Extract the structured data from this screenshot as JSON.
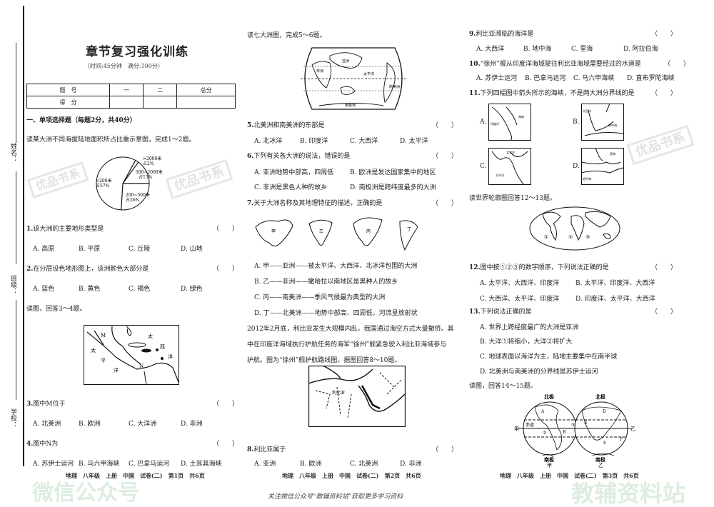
{
  "margin": {
    "name_label": "姓名：",
    "class_label": "班级：",
    "school_label": "学校："
  },
  "header": {
    "title": "章节复习强化训练",
    "subtitle": "（时间:45分钟　满分:100分）"
  },
  "score_table": {
    "headers": [
      "题　号",
      "一",
      "二",
      "总分"
    ],
    "row_label": "得　分"
  },
  "section1": "一、单项选择题（每题2分，共40分）",
  "paren": "（　　）",
  "intro_1_2": "读某大洲不同海拔陆地面积所占比重示意图，完成1～2题。",
  "pie": {
    "slices": [
      {
        "label": "200~500米",
        "pct_label": "占26%",
        "value": 26
      },
      {
        "label": "<200米",
        "pct_label": "占57%",
        "value": 57
      },
      {
        "label": ">2000米",
        "pct_label": "占2%",
        "value": 2
      },
      {
        "label": "500~2000米",
        "pct_label": "占15%",
        "value": 15
      }
    ]
  },
  "q1": {
    "num": "1.",
    "stem": "该大洲的主要地形类型是",
    "options": [
      "A. 高原",
      "B. 平原",
      "C. 丘陵",
      "D. 山地"
    ]
  },
  "q2": {
    "num": "2.",
    "stem": "在分层设色地形图上，该洲颜色大部分是",
    "options": [
      "A. 蓝色",
      "B. 黄色",
      "C. 褐色",
      "D. 绿色"
    ]
  },
  "intro_3_4": "读图，回答3～4题。",
  "map34": {
    "labels": [
      "M",
      "太",
      "平",
      "洋",
      "太",
      "西",
      "洋",
      "N"
    ]
  },
  "q3": {
    "num": "3.",
    "stem": "图中M位于",
    "options": [
      "A. 北美洲",
      "B. 欧洲",
      "C. 大洋洲",
      "D. 非洲"
    ]
  },
  "q4": {
    "num": "4.",
    "stem": "图中N为",
    "options": [
      "A. 苏伊士运河",
      "B. 马六甲海峡",
      "C. 巴拿马运河",
      "D. 土耳其海峡"
    ]
  },
  "footer1": "地理　八年级　上册　中国　试卷(二)　第1页　共6页",
  "intro_5_6": "读七大洲图，完成5～6题。",
  "worldmap": {
    "labels": [
      "亚洲",
      "非洲",
      "南美洲",
      "南极洲",
      "太平洋"
    ]
  },
  "q5": {
    "num": "5.",
    "stem": "北美洲和南美洲的东部是",
    "options": [
      "A. 北冰洋",
      "B. 印度洋",
      "C. 大西洋",
      "D. 太平洋"
    ]
  },
  "q6": {
    "num": "6.",
    "stem": "下列有关各大洲的说法，错误的是",
    "options": [
      "A. 亚洲地势中部高，四周低",
      "B. 欧洲是发达国家集中的地区",
      "C. 非洲是黑色人种的故乡",
      "D. 南极洲是跨纬度最多的大洲"
    ]
  },
  "q7": {
    "num": "7.",
    "stem": "关于大洲名称及其地理特征的描述，正确的是",
    "shape_labels": [
      "甲",
      "乙",
      "丙",
      "丁"
    ],
    "options": [
      "A. 甲——亚洲——被太平洋、大西洋、北冰洋包围的大洲",
      "B. 乙——非洲——撒哈拉以南地区是黑种人的故乡",
      "C. 丙——南美洲——季风气候最为典型的大洲",
      "D. 丁——北美洲——地势中部高、四周低，河流呈放射状"
    ]
  },
  "passage_8_10": [
    "2012年2月底，利比亚发生大规模内乱，我国通过海空方式大量撤侨。其",
    "中在印度洋海域执行护航任务的海军“徐州”舰紧急驶入利比亚海域参与",
    "护航。图为“徐州”舰护航路线图。据图回答8～10题。"
  ],
  "map810": {
    "label": "利比亚"
  },
  "q8": {
    "num": "8.",
    "stem": "利比亚属于",
    "options": [
      "A. 亚洲",
      "B. 欧洲",
      "C. 北美洲",
      "D. 非洲"
    ]
  },
  "footer2": "地理　八年级　上册　中国　试卷(二)　第2页　共6页",
  "bottom_note": "关注微信公众号“教辅资料站”获取更多学习资料",
  "q9": {
    "num": "9.",
    "stem": "利比亚濒临的海洋是",
    "options": [
      "A. 大西洋",
      "B. 地中海",
      "C. 里海",
      "D. 阿拉伯海"
    ]
  },
  "q10": {
    "num": "10.",
    "stem": "“徐州”舰从印度洋海域驶往利比亚海域需要经过的水道是",
    "options": [
      "A. 苏伊士运河",
      "B. 巴拿马运河",
      "C. 马六甲海峡",
      "D. 直布罗陀海峡"
    ]
  },
  "q11": {
    "num": "11.",
    "stem": "下列四幅图中箭头所示的海峡，不是两大洲分界线的是",
    "options": [
      "A.",
      "B.",
      "C.",
      "D."
    ],
    "map_labels": [
      "印度洋",
      "海南",
      "大西洋",
      "地中海",
      "北冰洋",
      "太平洋",
      "黑海",
      "地中海"
    ]
  },
  "intro_12_13": "读世界轮廓图回答12～13题。",
  "ocean_marks": [
    "①",
    "②",
    "③"
  ],
  "q12": {
    "num": "12.",
    "stem": "图中按①②③的数字顺序，下列说法正确的是",
    "options": [
      "A. 太平洋、大西洋、印度洋",
      "B. 太平洋、印度洋、大西洋",
      "C. 大西洋、太平洋、印度洋",
      "D. 印度洋、太平洋、大西洋"
    ]
  },
  "q13": {
    "num": "13.",
    "stem": "下列说法正确的是",
    "options": [
      "A. 世界上跨经度最广的大洲是亚洲",
      "B. 大洋①将缩小，大洋②将扩大",
      "C. 地球表面以海洋为主，陆地主要集中在南半球",
      "D. 北美洲与南美洲的分界线是苏伊士运河"
    ]
  },
  "intro_14_15": "读图，回答14～15题。",
  "hemispheres": {
    "north_pole": "北极",
    "south_pole": "南极",
    "equator": "赤道",
    "left_name": "甲",
    "right_name": "乙",
    "letters": [
      "A",
      "B",
      "D",
      "E",
      "F"
    ],
    "marks": [
      "②",
      "③",
      "①"
    ]
  },
  "footer3": "地理　八年级　上册　中国　试卷(二)　第3页　共6页",
  "watermarks": {
    "stamp": "优品书系",
    "wechat": "微信公众号",
    "site": "教辅资料站"
  }
}
